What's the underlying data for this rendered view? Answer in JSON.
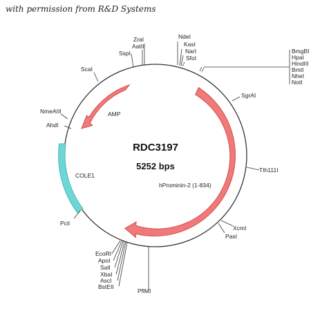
{
  "credit": "with permission from R&D Systems",
  "plasmid": {
    "name": "RDC3197",
    "size": "5252 bps"
  },
  "features": {
    "amp": "AMP",
    "cole1": "COLE1",
    "insert": "hProminin-2 (1-834)"
  },
  "colors": {
    "backbone": "#333333",
    "insert_arrow": "#ef7a7a",
    "insert_stroke": "#d94848",
    "ori_block": "#6fd6d6",
    "ori_stroke": "#48b7b7"
  },
  "sites": {
    "ndei": "NdeI",
    "kasi": "KasI",
    "nari": "NarI",
    "sfoi": "SfoI",
    "zrai": "ZraI",
    "aatii": "AatII",
    "sspi": "SspI",
    "scai": "ScaI",
    "nmeaiii": "NmeAIII",
    "ahdi": "AhdI",
    "pcii": "PciI",
    "ecori": "EcoRI",
    "apoi": "ApoI",
    "sali": "SalI",
    "xbai": "XbaI",
    "asci": "AscI",
    "bsteii": "BstEII",
    "pflmi": "PflMI",
    "xcmi": "XcmI",
    "pasi": "PasI",
    "tth111i": "Tth111I",
    "sgrai": "SgrAI",
    "bmgbi": "BmgBI",
    "hpai": "HpaI",
    "hindiii": "HindIII",
    "bmti": "BmtI",
    "nhei": "NheI",
    "noti": "NotI"
  }
}
